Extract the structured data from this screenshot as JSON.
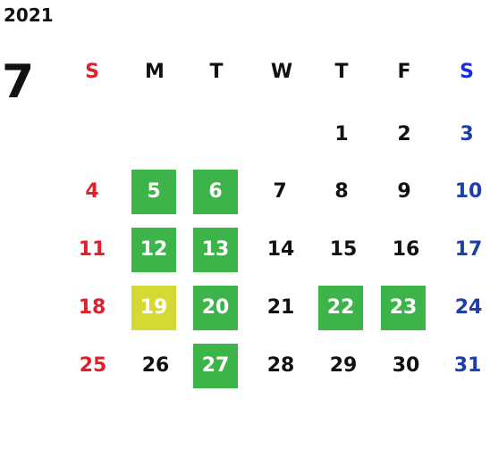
{
  "year": "2021",
  "month": "7",
  "colors": {
    "sunday": "#e0202a",
    "saturday": "#1d3fa6",
    "saturday_header": "#1a2ee0",
    "weekday": "#111111",
    "highlight_green": "#3cb44a",
    "highlight_yellow": "#d5d934"
  },
  "weekdays": [
    "S",
    "M",
    "T",
    "W",
    "T",
    "F",
    "S"
  ],
  "weeks": [
    [
      "",
      "",
      "",
      "",
      "1",
      "2",
      "3"
    ],
    [
      "4",
      "5",
      "6",
      "7",
      "8",
      "9",
      "10"
    ],
    [
      "11",
      "12",
      "13",
      "14",
      "15",
      "16",
      "17"
    ],
    [
      "18",
      "19",
      "20",
      "21",
      "22",
      "23",
      "24"
    ],
    [
      "25",
      "26",
      "27",
      "28",
      "29",
      "30",
      "31"
    ]
  ],
  "highlights": {
    "green": [
      "5",
      "6",
      "12",
      "13",
      "20",
      "22",
      "23",
      "27"
    ],
    "yellow": [
      "19"
    ]
  }
}
